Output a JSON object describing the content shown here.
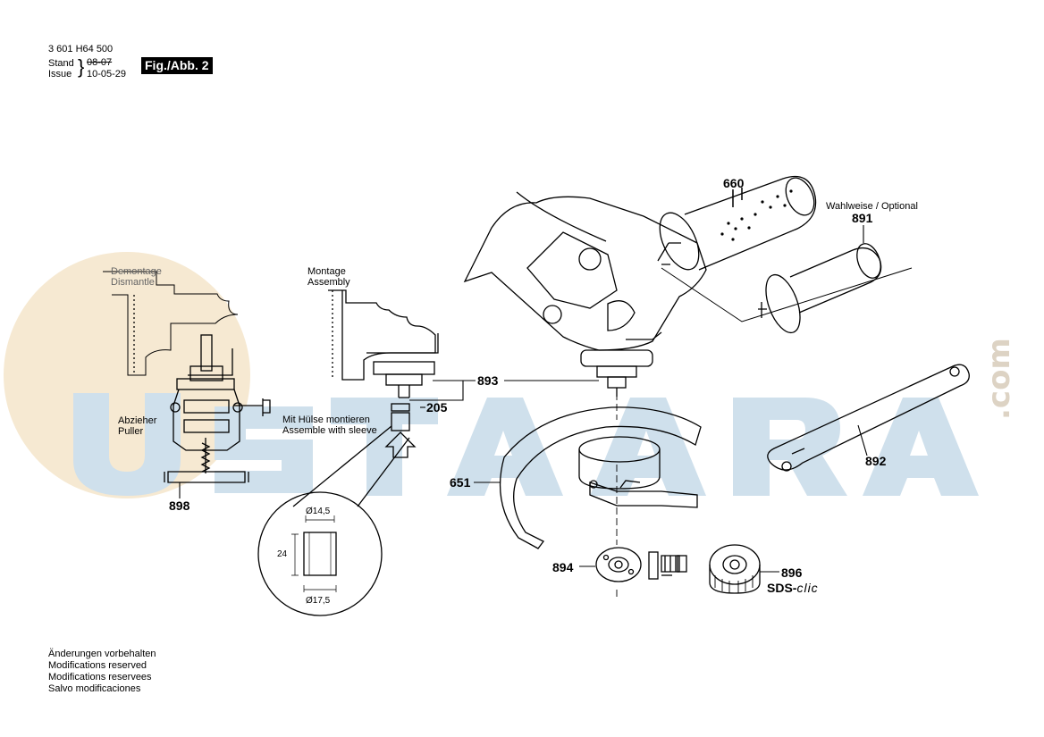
{
  "header": {
    "doc_number": "3 601 H64 500",
    "stand_label": "Stand",
    "issue_label": "Issue",
    "stand_date": "08-07",
    "issue_date": "10-05-29",
    "fig_label": "Fig./Abb. 2"
  },
  "watermark": {
    "text": "USTAARA",
    "suffix": ".com",
    "circle_color": "#f3e3c8",
    "letter_color": "#c9dcea",
    "suffix_color": "#d8d0c4"
  },
  "labels": {
    "dismantle_de": "Demontage",
    "dismantle_en": "Dismantle",
    "assembly_de": "Montage",
    "assembly_en": "Assembly",
    "puller_de": "Abzieher",
    "puller_en": "Puller",
    "sleeve_de": "Mit Hülse montieren",
    "sleeve_en": "Assemble with sleeve",
    "optional": "Wahlweise / Optional",
    "sds_text": "SDS-",
    "sds_clic": "clic"
  },
  "sleeve_detail": {
    "inner_diameter": "Ø14,5",
    "outer_diameter": "Ø17,5",
    "height": "24"
  },
  "parts": {
    "p660": "660",
    "p891": "891",
    "p893": "893",
    "p205": "205",
    "p892": "892",
    "p651": "651",
    "p898": "898",
    "p894": "894",
    "p896": "896"
  },
  "footer": [
    "Änderungen vorbehalten",
    "Modifications reserved",
    "Modifications reservees",
    "Salvo modificaciones"
  ]
}
